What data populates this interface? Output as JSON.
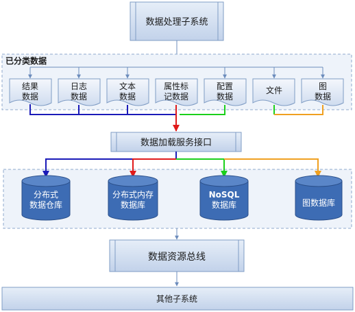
{
  "top_system": "数据处理子系统",
  "classified": {
    "title": "已分类数据",
    "items": [
      {
        "line1": "结果",
        "line2": "数据",
        "color": "#1a1ab8"
      },
      {
        "line1": "日志",
        "line2": "数据",
        "color": "#1a1ab8"
      },
      {
        "line1": "文本",
        "line2": "数据",
        "color": "#1a1ab8"
      },
      {
        "line1": "属性标",
        "line2": "记数据",
        "color": "#e01a1a"
      },
      {
        "line1": "配置",
        "line2": "数据",
        "color": "#1ad01a"
      },
      {
        "line1": "文件",
        "line2": "",
        "color": "#1ad01a"
      },
      {
        "line1": "图",
        "line2": "数据",
        "color": "#f0a020"
      }
    ]
  },
  "load_interface": "数据加载服务接口",
  "stores": [
    {
      "line1": "分布式",
      "line2": "数据仓库",
      "color": "#1a1ab8"
    },
    {
      "line1": "分布式内存",
      "line2": "数据库",
      "color": "#e01a1a"
    },
    {
      "line1": "NoSQL",
      "line2": "数据库",
      "color": "#1ad01a"
    },
    {
      "line1": "图数据库",
      "line2": "",
      "color": "#f0a020"
    }
  ],
  "resource_bus": "数据资源总线",
  "other_system": "其他子系统",
  "colors": {
    "box_fill_top": "#e4ecf6",
    "box_fill_bottom": "#c3d3ea",
    "box_border": "#7f9cc4",
    "panel_fill": "#eef3fa",
    "panel_border": "#8fa8cc",
    "cylinder_fill": "#3d6cb4",
    "arrow_gray": "#6c8cbc"
  }
}
